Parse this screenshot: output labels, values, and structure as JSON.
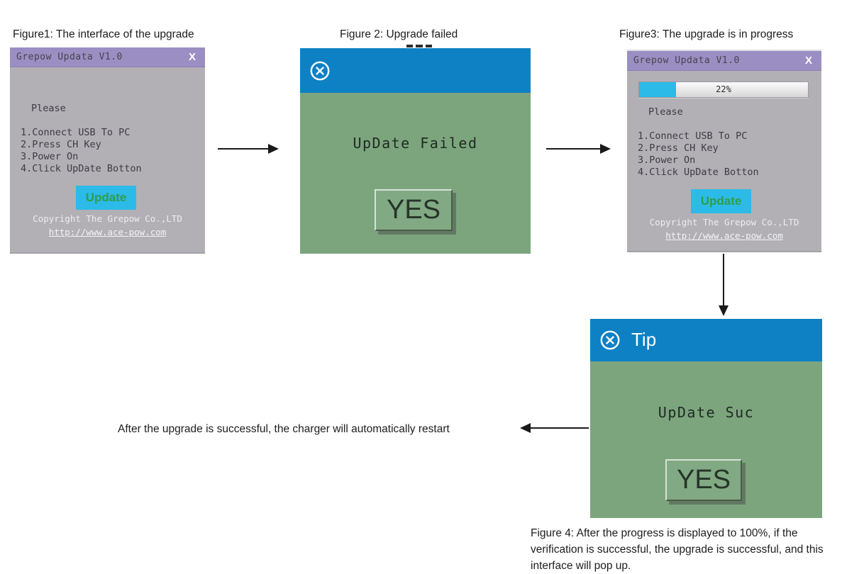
{
  "captions": {
    "figure1": "Figure1: The interface of the upgrade",
    "figure2": "Figure 2: Upgrade failed",
    "figure3": "Figure3: The upgrade is in progress",
    "figure4": "Figure 4: After the progress is displayed to 100%, if the verification is successful, the upgrade is successful, and this interface will pop up.",
    "restart_note": "After the upgrade is successful, the charger will automatically restart"
  },
  "updater_window": {
    "title": "Grepow Updata V1.0",
    "close_label": "X",
    "please_label": "Please",
    "steps": [
      "1.Connect USB To PC",
      "2.Press CH Key",
      "3.Power On",
      "4.Click UpDate Botton"
    ],
    "update_button_label": "Update",
    "copyright": "Copyright The Grepow Co.,LTD",
    "url": "http://www.ace-pow.com"
  },
  "progress": {
    "percent_value": 22,
    "percent_label": "22%"
  },
  "failed_dialog": {
    "message": "UpDate Failed",
    "yes_button_label": "YES"
  },
  "success_dialog": {
    "titlebar_label": "Tip",
    "message": "UpDate Suc",
    "yes_button_label": "YES"
  },
  "colors": {
    "titlebar_purple": "#9b8ec3",
    "window_gray": "#b2b0b5",
    "dialog_blue": "#0d81c4",
    "dialog_green": "#7ca57e",
    "accent_cyan": "#2cbae8",
    "update_text_green": "#2f9e4a"
  }
}
